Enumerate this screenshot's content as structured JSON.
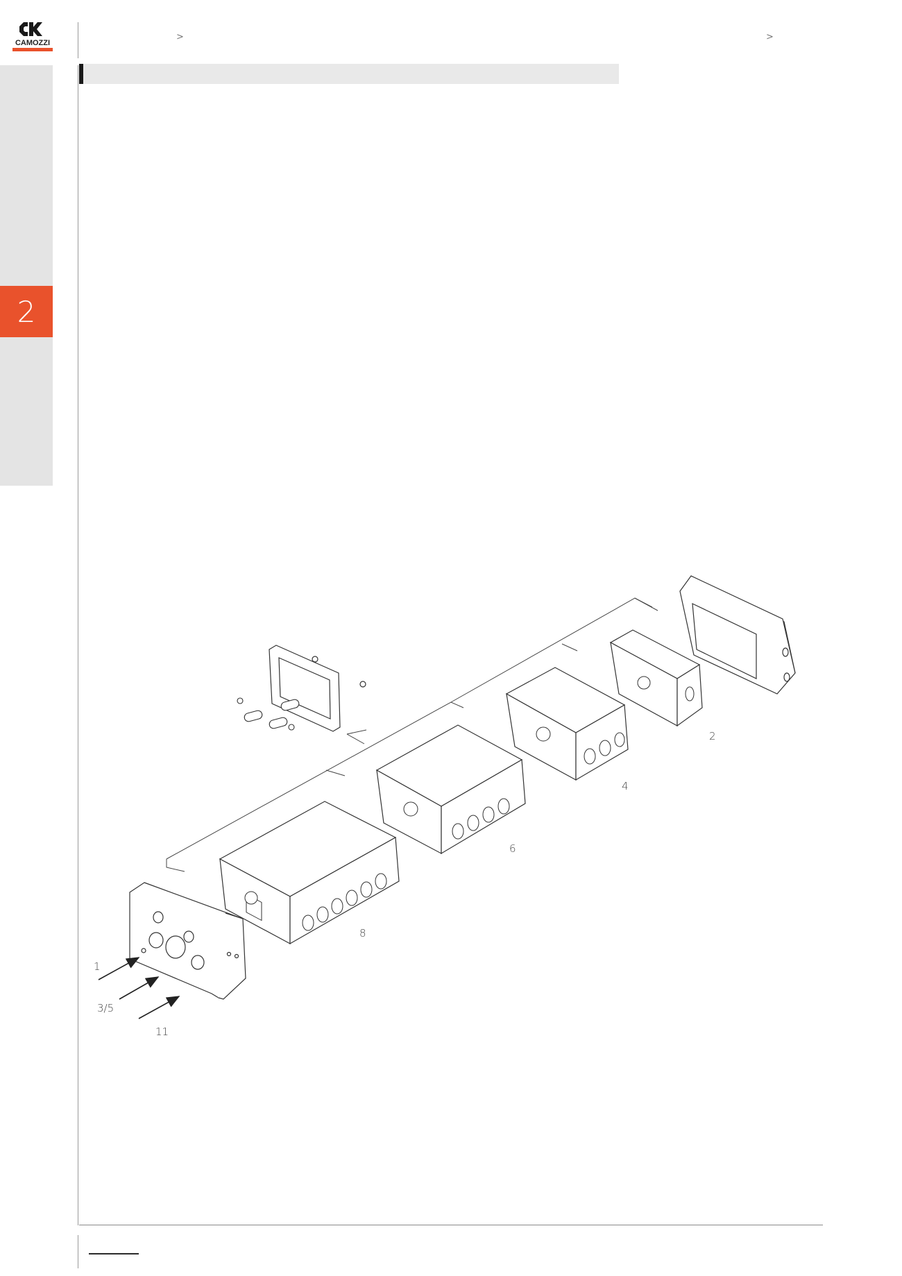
{
  "header": {
    "logo_text": "CAMOZZI",
    "crumb_left": ">",
    "crumb_right": ">"
  },
  "sidebar": {
    "chapter_number": "2"
  },
  "colors": {
    "accent": "#e9522c",
    "sidebar_bg": "#e4e4e4",
    "section_band": "#e9e9e9"
  },
  "drawing": {
    "callouts": {
      "port_1": "1",
      "port_3_5": "3/5",
      "port_11": "11",
      "module_8": "8",
      "module_6": "6",
      "module_4": "4",
      "module_2": "2"
    }
  }
}
